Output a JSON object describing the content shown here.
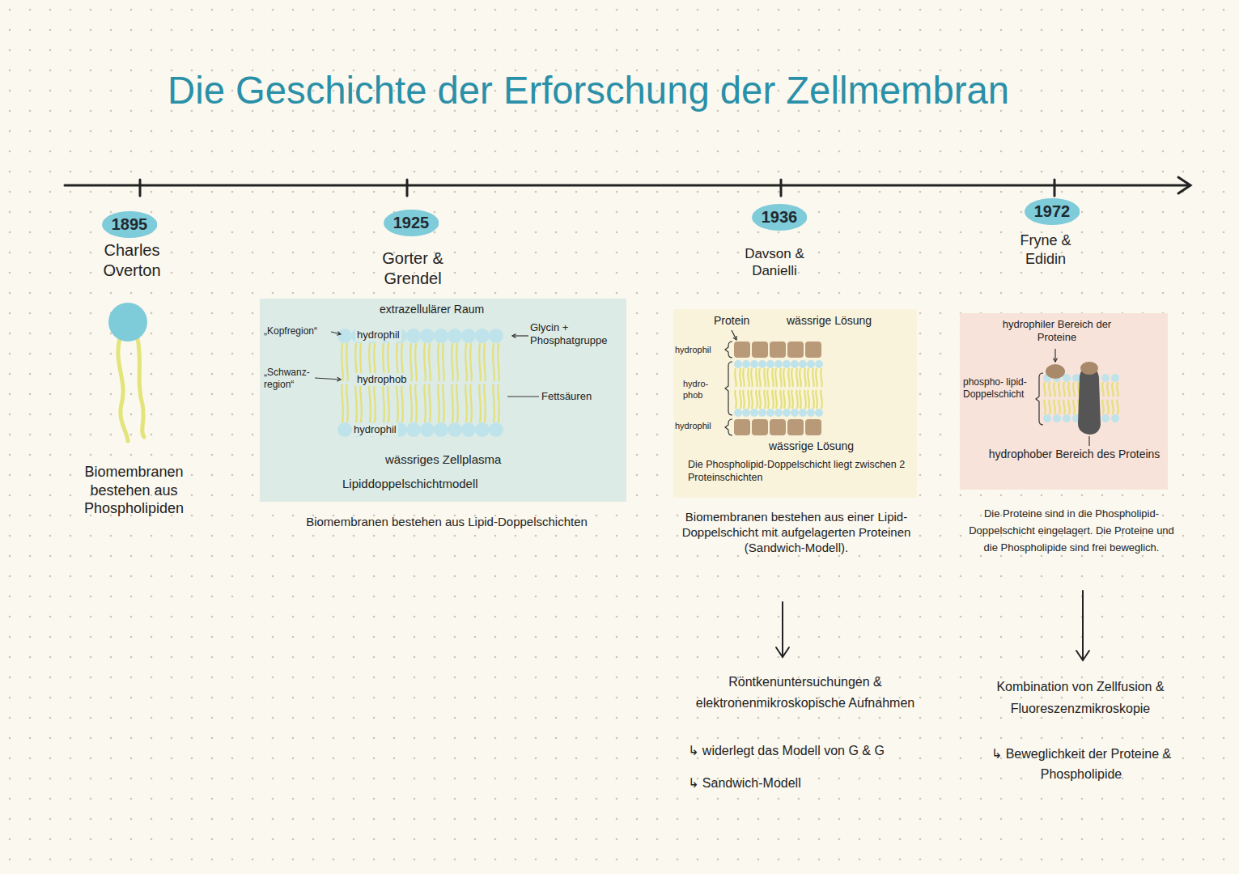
{
  "diagram": {
    "title": "Die Geschichte der Erforschung der Zellmembran",
    "nodes": [
      {
        "text": [
          "1895"
        ]
      },
      {
        "text": [
          "1925"
        ]
      },
      {
        "text": [
          "1936"
        ]
      },
      {
        "text": [
          "1972"
        ]
      },
      {
        "text": [
          "extrazellulärer Raum",
          "„Kopfregion“",
          "hydrophil",
          "„Schwanz- region“",
          "hydrophob",
          "Glycin + Phosphatgruppe",
          "Fettsäuren",
          "hydrophil",
          "wässriges Zellplasma",
          "Lipiddoppelschichtmodell"
        ]
      },
      {
        "text": [
          "Protein",
          "wässrige Lösung",
          "hydrophil",
          "hydro- phob",
          "hydrophil",
          "wässrige Lösung",
          "Die Phospholipid-Doppelschicht liegt zwischen 2 Proteinschichten"
        ]
      },
      {
        "text": [
          "hydrophiler Bereich der Proteine",
          "phospho- lipid- Doppelschicht",
          "hydrophober Bereich des Proteins"
        ]
      }
    ],
    "labels": [
      "Charles Overton",
      "Biomembranen bestehen aus Phospholipiden",
      "Gorter & Grendel",
      "Biomembranen bestehen aus Lipid-Doppelschichten",
      "Davson & Danielli",
      "Biomembranen bestehen aus einer Lipid-Doppelschicht mit aufgelagerten Proteinen (Sandwich-Modell).",
      "Röntkenuntersuchungen & elektronenmikroskopische Aufnahmen",
      "↳ widerlegt das Modell von G & G",
      "↳ Sandwich-Modell",
      "Fryne & Edidin",
      "Die Proteine sind in die Phospholipid-Doppelschicht eingelagert. Die Proteine und die Phospholipide sind frei beweglich.",
      "Kombination von Zellfusion & Fluoreszenzmikroskopie",
      "↳ Beweglichkeit der Proteine & Phospholipide"
    ]
  }
}
